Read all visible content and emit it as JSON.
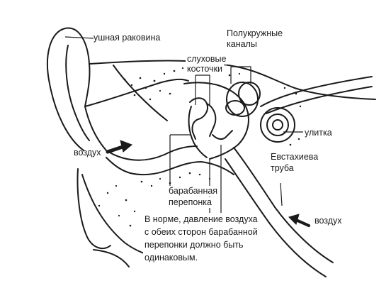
{
  "diagram": {
    "labels": {
      "auricle": "ушная раковина",
      "semicircular_canals_1": "Полукружные",
      "semicircular_canals_2": "каналы",
      "ossicles_1": "слуховые",
      "ossicles_2": "косточки",
      "cochlea": "улитка",
      "air_left": "воздух",
      "air_right": "воздух",
      "eustachian_1": "Евстахиева",
      "eustachian_2": "труба",
      "eardrum_1": "барабанная",
      "eardrum_2": "перепонка"
    },
    "note": {
      "line1": "В норме, давление воздуха",
      "line2": "с обеих сторон барабанной",
      "line3": "перепонки должно быть",
      "line4": "одинаковым."
    },
    "colors": {
      "ink": "#1a1a1a",
      "background": "#ffffff"
    }
  }
}
